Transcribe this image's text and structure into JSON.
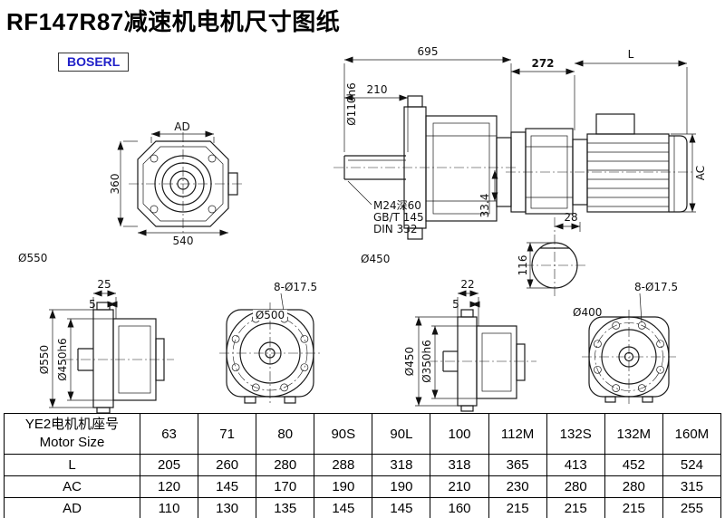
{
  "page": {
    "title": "RF147R87减速机电机尺寸图纸",
    "brand": "BOSERL"
  },
  "drawing": {
    "top_dims": {
      "overall": "695",
      "stage2": "272",
      "motor": "L"
    },
    "side_view": {
      "shaft_len": "210",
      "shaft_dia": "Ø110h6",
      "tap": "M24深60",
      "tap_std1": "GB/T 145",
      "tap_std2": "DIN 332",
      "key_height": "33.4",
      "flange_dia": "Ø450"
    },
    "front_view": {
      "ad": "AD",
      "height": "360",
      "width": "540",
      "flange_dia": "Ø550"
    },
    "motor_view": {
      "ac": "AC",
      "shaft_ext": "28",
      "shaft_dia_dim": "116"
    },
    "bottom_left": {
      "thick1": "25",
      "thick2": "5",
      "flange_dia": "Ø550",
      "spigot": "Ø450h6",
      "holes": "8-Ø17.5",
      "pilot": "Ø500"
    },
    "bottom_right": {
      "thick1": "22",
      "thick2": "5",
      "flange_dia": "Ø450",
      "spigot": "Ø350h6",
      "holes": "8-Ø17.5",
      "pilot": "Ø400"
    }
  },
  "table": {
    "header_cn": "YE2电机机座号",
    "header_en": "Motor Size",
    "sizes": [
      "63",
      "71",
      "80",
      "90S",
      "90L",
      "100",
      "112M",
      "132S",
      "132M",
      "160M"
    ],
    "rows": [
      {
        "label": "L",
        "values": [
          "205",
          "260",
          "280",
          "288",
          "318",
          "318",
          "365",
          "413",
          "452",
          "524"
        ]
      },
      {
        "label": "AC",
        "values": [
          "120",
          "145",
          "170",
          "190",
          "190",
          "210",
          "230",
          "280",
          "280",
          "315"
        ]
      },
      {
        "label": "AD",
        "values": [
          "110",
          "130",
          "135",
          "145",
          "145",
          "160",
          "215",
          "215",
          "215",
          "255"
        ]
      }
    ]
  }
}
